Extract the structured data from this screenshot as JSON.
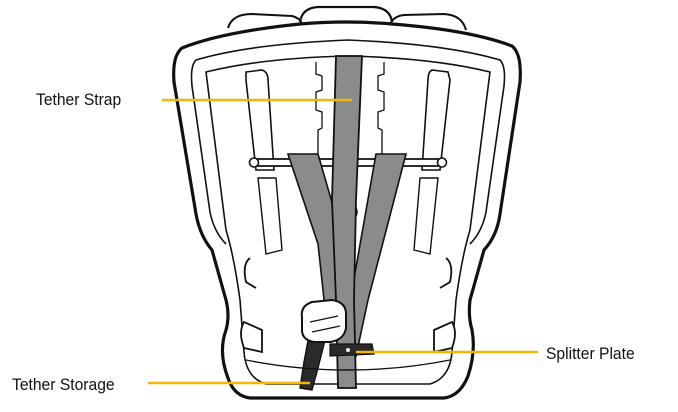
{
  "diagram": {
    "subject": "car-seat-back-view",
    "labels": {
      "tether_strap": "Tether Strap",
      "splitter_plate": "Splitter Plate",
      "tether_storage": "Tether Storage"
    },
    "colors": {
      "outline": "#111111",
      "strap_fill": "#8a8b8d",
      "strap_dark": "#2a2a2a",
      "leader_line": "#f2b705",
      "shell_fill": "#ffffff"
    }
  }
}
